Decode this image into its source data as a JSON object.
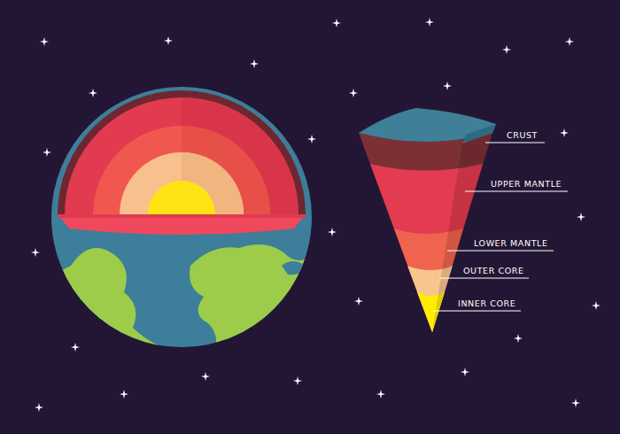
{
  "diagram": {
    "labels": [
      "CRUST",
      "UPPER MANTLE",
      "LOWER MANTLE",
      "OUTER CORE",
      "INNER CORE"
    ]
  }
}
